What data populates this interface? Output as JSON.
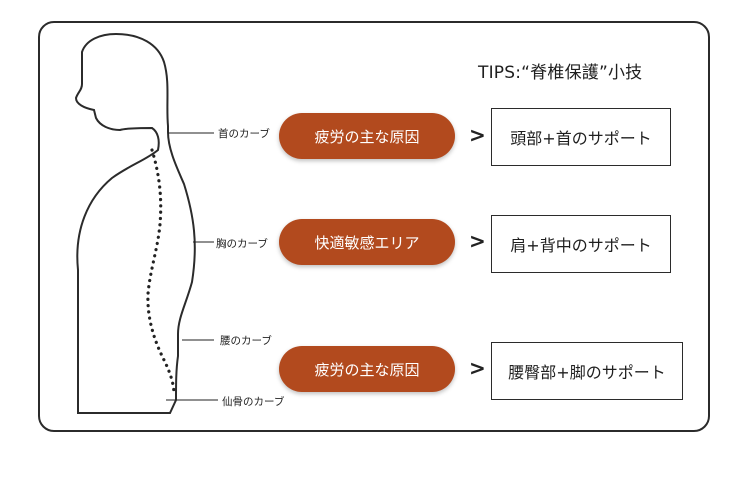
{
  "title": "TIPS:“脊椎保護”小技",
  "curves": {
    "neck": "首のカーブ",
    "chest": "胸のカーブ",
    "waist": "腰のカーブ",
    "sacrum": "仙骨のカーブ"
  },
  "rows": [
    {
      "cause": "疲労の主な原因",
      "arrow": ">",
      "support": "頭部+首のサポート"
    },
    {
      "cause": "快適敏感エリア",
      "arrow": ">",
      "support": "肩+背中のサポート"
    },
    {
      "cause": "疲労の主な原因",
      "arrow": ">",
      "support": "腰臀部+脚のサポート"
    }
  ],
  "colors": {
    "pill": "#b24a1e",
    "outline": "#2b2b2b"
  }
}
